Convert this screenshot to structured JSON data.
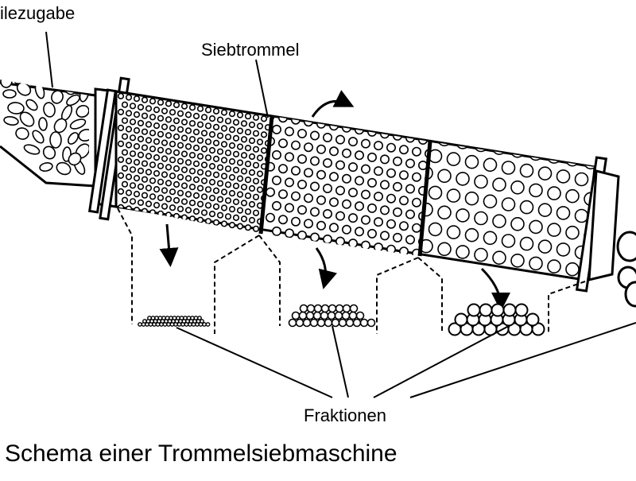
{
  "labels": {
    "feed": "ilezugabe",
    "drum": "Siebtrommel",
    "fractions": "Fraktionen",
    "caption": "Schema einer Trommelsiebmaschine"
  },
  "diagram": {
    "nodes": [
      {
        "id": "feed",
        "label": "ilezugabe"
      },
      {
        "id": "drum",
        "label": "Siebtrommel"
      },
      {
        "id": "section-fine",
        "label": ""
      },
      {
        "id": "section-medium",
        "label": ""
      },
      {
        "id": "section-coarse",
        "label": ""
      },
      {
        "id": "fraction-fine",
        "label": ""
      },
      {
        "id": "fraction-medium",
        "label": ""
      },
      {
        "id": "fraction-coarse",
        "label": ""
      },
      {
        "id": "oversize-output",
        "label": ""
      },
      {
        "id": "fractions",
        "label": "Fraktionen"
      }
    ],
    "edges": [
      {
        "from": "feed",
        "to": "drum"
      },
      {
        "from": "section-fine",
        "to": "fraction-fine"
      },
      {
        "from": "section-medium",
        "to": "fraction-medium"
      },
      {
        "from": "section-coarse",
        "to": "fraction-coarse"
      },
      {
        "from": "drum",
        "to": "oversize-output"
      },
      {
        "from": "fractions",
        "to": "fraction-fine"
      },
      {
        "from": "fractions",
        "to": "fraction-medium"
      },
      {
        "from": "fractions",
        "to": "fraction-coarse"
      },
      {
        "from": "fractions",
        "to": "oversize-output"
      }
    ]
  },
  "colors": {
    "ink": "#000000",
    "paper": "#ffffff"
  }
}
